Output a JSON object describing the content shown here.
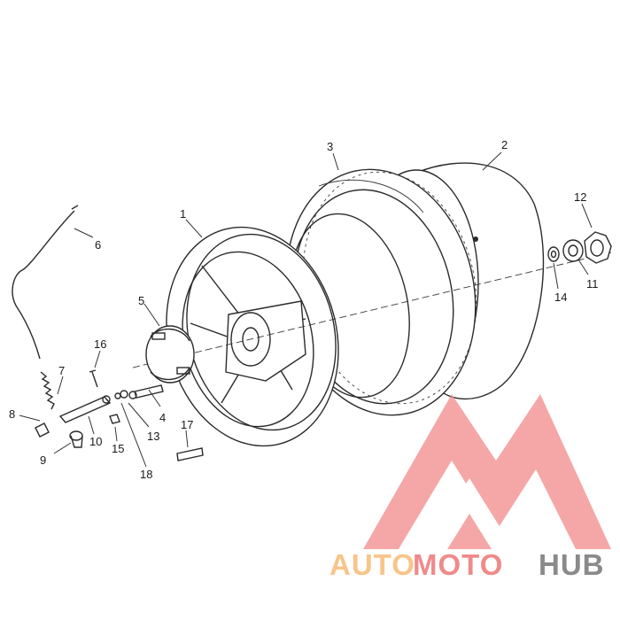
{
  "diagram": {
    "callouts": [
      "1",
      "2",
      "3",
      "4",
      "5",
      "6",
      "7",
      "8",
      "9",
      "10",
      "11",
      "12",
      "13",
      "14",
      "15",
      "16",
      "17",
      "18"
    ]
  },
  "watermark": {
    "part1": "AUTO",
    "part2": "MOTO",
    "part3": "HUB",
    "colors": {
      "auto": "#f7c58a",
      "moto": "#f08a8a",
      "hub": "#8a8a8a",
      "logo": "#f28a8a"
    }
  }
}
